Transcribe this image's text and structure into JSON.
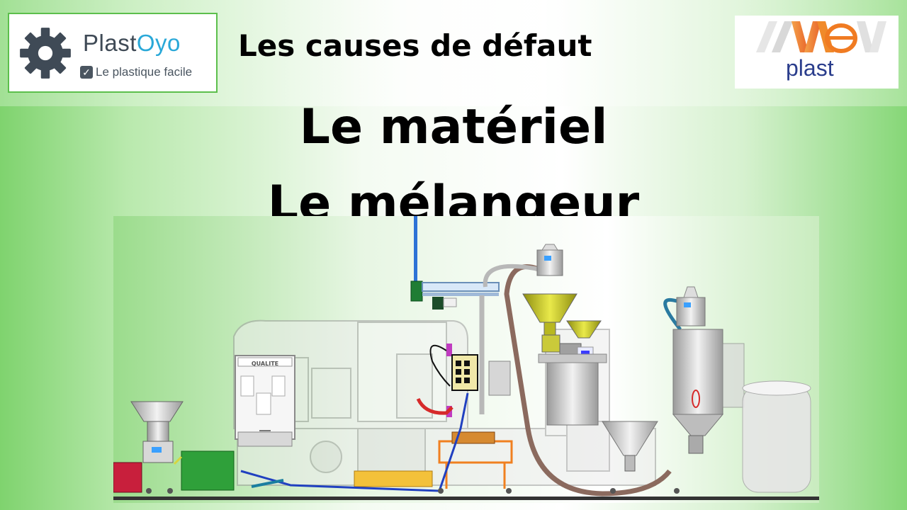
{
  "logo_left": {
    "brand_part1": "Plast",
    "brand_part2": "Oyo",
    "tagline": "Le plastique facile"
  },
  "logo_right": {
    "mark": "AWEV",
    "word": "plast"
  },
  "heading": "Les causes de défaut",
  "title_line1": "Le matériel",
  "title_line2": "Le mélangeur",
  "scene": {
    "qualite_label": "QUALITE"
  },
  "colors": {
    "accent_green": "#5cbf4c",
    "brand_blue": "#29a8d8",
    "awev_orange": "#f07b22",
    "plast_navy": "#2a3d8c"
  }
}
